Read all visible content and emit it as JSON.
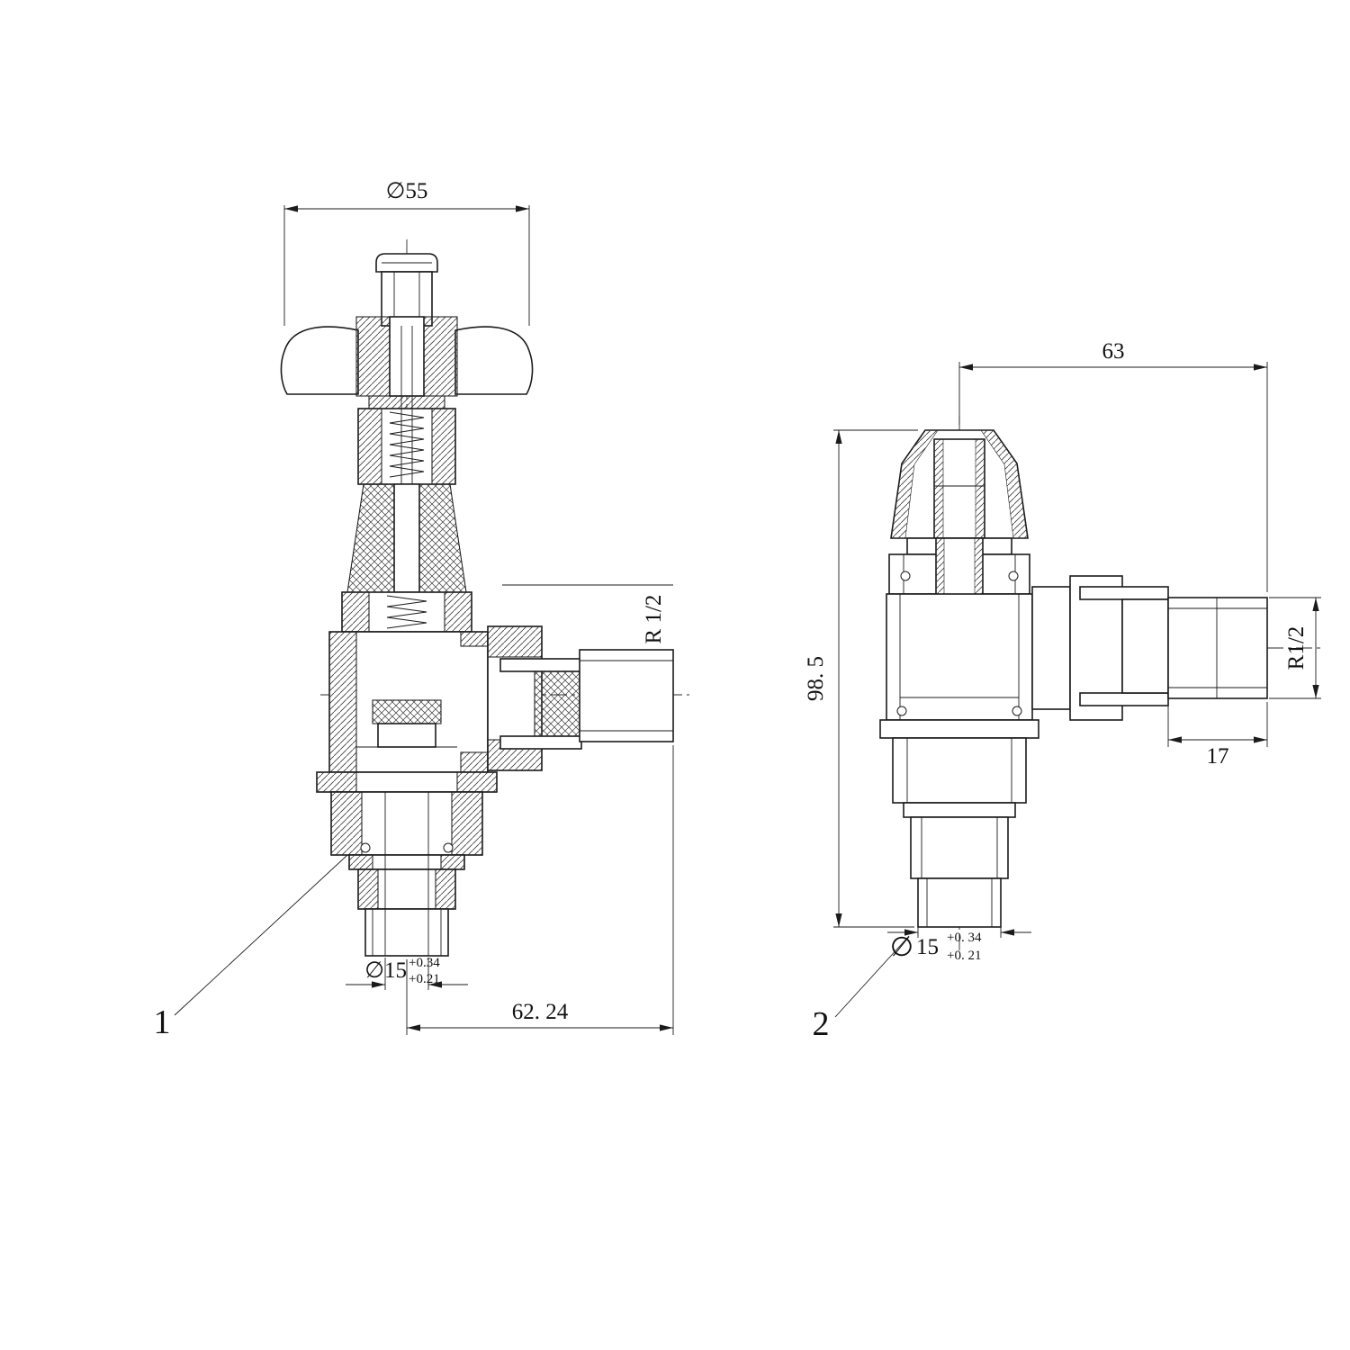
{
  "colors": {
    "ink": "#1b1b1b",
    "background": "#ffffff"
  },
  "view1": {
    "label": "1",
    "dims": {
      "handle_diameter": "∅55",
      "outlet_thread": "R 1/2",
      "tail_diameter": "∅15",
      "tail_tol_upper": "+0.34",
      "tail_tol_lower": "+0.21",
      "tail_to_outlet_length": "62. 24"
    }
  },
  "view2": {
    "label": "2",
    "dims": {
      "overall_width": "63",
      "overall_height": "98. 5",
      "outlet_thread": "R1/2",
      "outlet_thread_length": "17",
      "tail_diameter_symbol": "∅",
      "tail_diameter": "15",
      "tail_tol_upper": "+0. 34",
      "tail_tol_lower": "+0. 21"
    }
  }
}
